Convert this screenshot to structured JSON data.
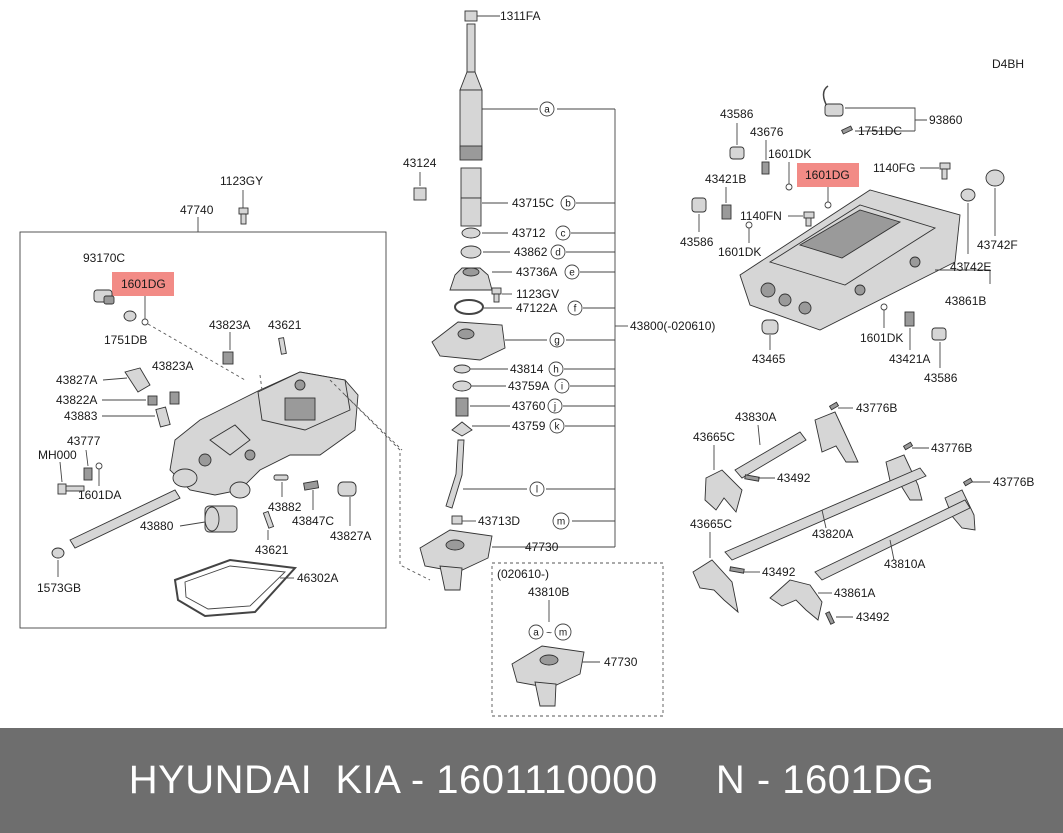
{
  "variant_code": "D4BH",
  "highlighted_part": "1601DG",
  "labels": {
    "l_1311FA": "1311FA",
    "l_43124": "43124",
    "l_43715C": "43715C",
    "l_43712": "43712",
    "l_43862": "43862",
    "l_43736A": "43736A",
    "l_1123GV": "1123GV",
    "l_47122A": "47122A",
    "l_43800": "43800(-020610)",
    "l_43814": "43814",
    "l_43759A": "43759A",
    "l_43760": "43760",
    "l_43759": "43759",
    "l_43713D": "43713D",
    "l_47730a": "47730",
    "l_020610": "(020610-)",
    "l_43810B": "43810B",
    "l_47730b": "47730",
    "l_1123GY": "1123GY",
    "l_47740": "47740",
    "l_93170C": "93170C",
    "l_1751DB": "1751DB",
    "l_43823A_1": "43823A",
    "l_43621_1": "43621",
    "l_43823A_2": "43823A",
    "l_43827A_1": "43827A",
    "l_43822A": "43822A",
    "l_43883": "43883",
    "l_43777": "43777",
    "l_MH000": "MH000",
    "l_1601DA": "1601DA",
    "l_43882": "43882",
    "l_43847C": "43847C",
    "l_43827A_2": "43827A",
    "l_43880": "43880",
    "l_43621_2": "43621",
    "l_1573GB": "1573GB",
    "l_46302A": "46302A",
    "l_43586_1": "43586",
    "l_43676": "43676",
    "l_1601DK_1": "1601DK",
    "l_93860": "93860",
    "l_1751DC": "1751DC",
    "l_1140FG": "1140FG",
    "l_43421B": "43421B",
    "l_1140FN": "1140FN",
    "l_43586_2": "43586",
    "l_1601DK_2": "1601DK",
    "l_43742F": "43742F",
    "l_43742E": "43742E",
    "l_43861B": "43861B",
    "l_43465": "43465",
    "l_1601DK_3": "1601DK",
    "l_43421A": "43421A",
    "l_43586_3": "43586",
    "l_43776B_1": "43776B",
    "l_43830A": "43830A",
    "l_43665C_1": "43665C",
    "l_43776B_2": "43776B",
    "l_43492_1": "43492",
    "l_43776B_3": "43776B",
    "l_43665C_2": "43665C",
    "l_43820A": "43820A",
    "l_43810A": "43810A",
    "l_43492_2": "43492",
    "l_43861A": "43861A",
    "l_43492_3": "43492"
  },
  "callouts": {
    "a": "a",
    "b": "b",
    "c": "c",
    "d": "d",
    "e": "e",
    "f": "f",
    "g": "g",
    "h": "h",
    "i": "i",
    "j": "j",
    "k": "k",
    "l": "l",
    "m": "m",
    "a2": "a",
    "tilde": "~",
    "m2": "m"
  },
  "footer": {
    "text": "HYUNDAI  KIA - 1601110000     N - 1601DG"
  }
}
